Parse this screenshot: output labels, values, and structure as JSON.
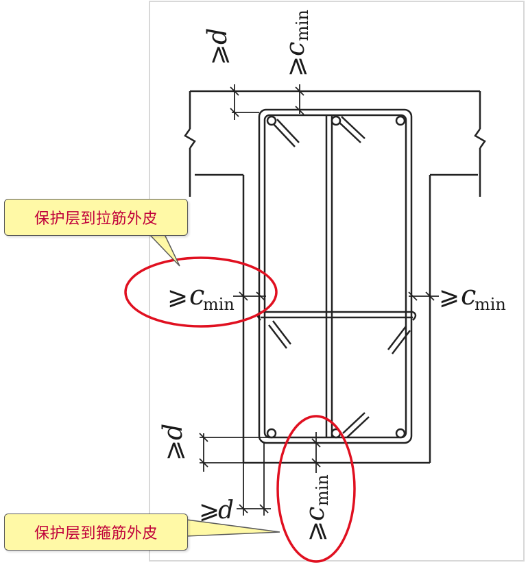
{
  "callouts": {
    "top": "保护层到拉筋外皮",
    "bottom": "保护层到箍筋外皮"
  },
  "labels": {
    "ge_symbol": "⩾",
    "d": "d",
    "c": "c",
    "min": "min"
  },
  "colors": {
    "highlight_ellipse": "#e01020",
    "callout_fill": "#fff9a6",
    "callout_text": "#c0003a",
    "drawing": "#1a1a1a"
  }
}
